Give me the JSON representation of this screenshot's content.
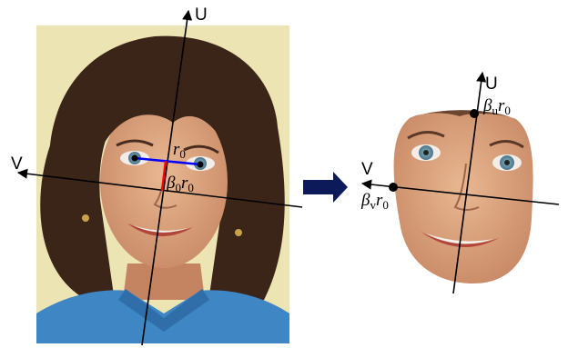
{
  "diagram": {
    "left_panel": {
      "axis_u_label": "U",
      "axis_v_label": "V",
      "r0_label": "r",
      "r0_sub": "0",
      "beta0_label": "β",
      "beta0_sub": "0",
      "beta0_r": "r",
      "beta0_r_sub": "0"
    },
    "arrow": {
      "color": "#0d1a5a"
    },
    "right_panel": {
      "axis_u_label": "U",
      "axis_v_label": "V",
      "beta_u_label": "β",
      "beta_u_sub": "u",
      "beta_u_r": "r",
      "beta_u_r_sub": "0",
      "beta_v_label": "β",
      "beta_v_sub": "v",
      "beta_v_r": "r",
      "beta_v_r_sub": "0"
    },
    "colors": {
      "background_left": "#ede4b4",
      "hair": "#3b2418",
      "skin": "#d9a07c",
      "shirt": "#3f86c4",
      "r0_line": "#0000ff",
      "beta0_line": "#ff0000"
    }
  }
}
